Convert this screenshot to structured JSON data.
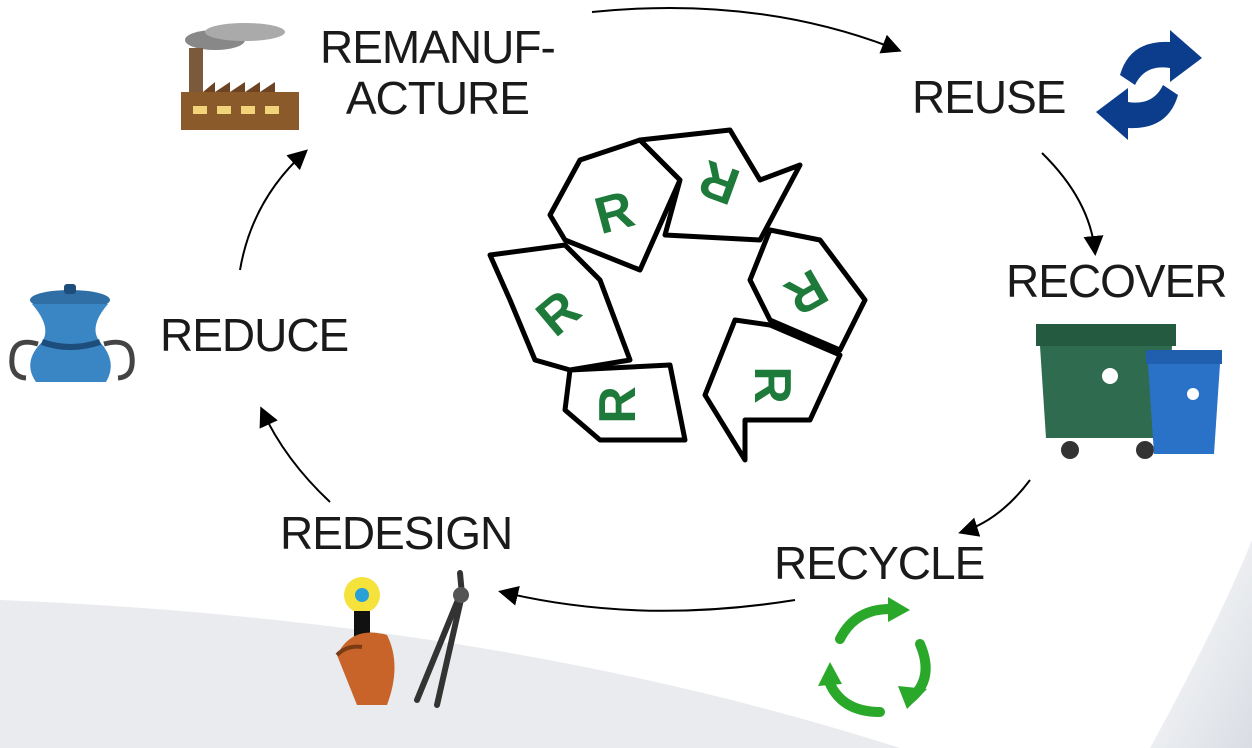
{
  "diagram": {
    "center_letter": "R",
    "labels": {
      "remanufacture_line1": "REMANUF-",
      "remanufacture_line2": "ACTURE",
      "reuse": "REUSE",
      "recover": "RECOVER",
      "recycle": "RECYCLE",
      "redesign": "REDESIGN",
      "reduce": "REDUCE"
    },
    "icons": {
      "remanufacture": "factory-icon",
      "reuse": "reuse-arrows-icon",
      "recover": "waste-bins-icon",
      "recycle": "recycle-arrows-icon",
      "redesign": "design-tools-icon",
      "reduce": "compressed-pot-icon"
    },
    "colors": {
      "arrow_letter": "#1d7a3a",
      "reuse_icon": "#0b3d8c",
      "recycle_icon": "#2aa82a",
      "bin_green": "#2f6b4f",
      "bin_blue": "#2a72c8",
      "factory": "#8b5a2b"
    }
  }
}
